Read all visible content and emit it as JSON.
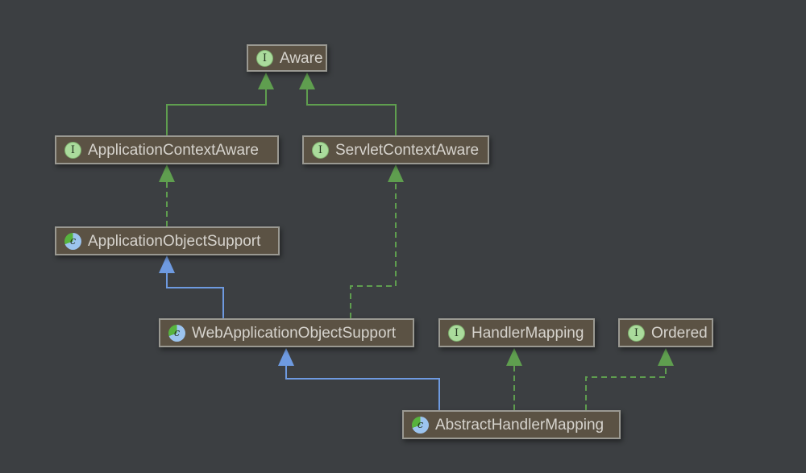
{
  "colors": {
    "canvas_bg": "#3c3f42",
    "node_fill": "#5b5244",
    "node_border": "#9a9992",
    "node_text": "#d6d3cd",
    "edge_green": "#5f9e4f",
    "edge_blue": "#6e9ae0",
    "interface_icon_bg": "#aadb9c",
    "interface_icon_ring": "#7fb06e",
    "class_icon_blue": "#9cc4ef",
    "class_icon_green": "#57b33e",
    "icon_letter": "#22341f"
  },
  "icons": {
    "interface": {
      "letter": "I"
    },
    "class": {
      "letter": "c"
    }
  },
  "nodes": [
    {
      "id": "aware",
      "label": "Aware",
      "kind": "interface"
    },
    {
      "id": "application-context-aware",
      "label": "ApplicationContextAware",
      "kind": "interface"
    },
    {
      "id": "servlet-context-aware",
      "label": "ServletContextAware",
      "kind": "interface"
    },
    {
      "id": "application-object-support",
      "label": "ApplicationObjectSupport",
      "kind": "class"
    },
    {
      "id": "web-application-object-support",
      "label": "WebApplicationObjectSupport",
      "kind": "class"
    },
    {
      "id": "handler-mapping",
      "label": "HandlerMapping",
      "kind": "interface"
    },
    {
      "id": "ordered",
      "label": "Ordered",
      "kind": "interface"
    },
    {
      "id": "abstract-handler-mapping",
      "label": "AbstractHandlerMapping",
      "kind": "class"
    }
  ],
  "edges": [
    {
      "from": "ApplicationContextAware",
      "to": "Aware",
      "type": "extends",
      "style": "solid-green"
    },
    {
      "from": "ServletContextAware",
      "to": "Aware",
      "type": "extends",
      "style": "solid-green"
    },
    {
      "from": "ApplicationObjectSupport",
      "to": "ApplicationContextAware",
      "type": "implements",
      "style": "dashed-green"
    },
    {
      "from": "WebApplicationObjectSupport",
      "to": "ApplicationObjectSupport",
      "type": "extends",
      "style": "solid-blue"
    },
    {
      "from": "WebApplicationObjectSupport",
      "to": "ServletContextAware",
      "type": "implements",
      "style": "dashed-green"
    },
    {
      "from": "AbstractHandlerMapping",
      "to": "WebApplicationObjectSupport",
      "type": "extends",
      "style": "solid-blue"
    },
    {
      "from": "AbstractHandlerMapping",
      "to": "HandlerMapping",
      "type": "implements",
      "style": "dashed-green"
    },
    {
      "from": "AbstractHandlerMapping",
      "to": "Ordered",
      "type": "implements",
      "style": "dashed-green"
    }
  ]
}
